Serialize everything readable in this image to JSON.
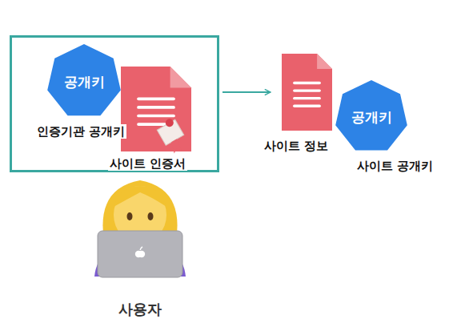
{
  "diagram": {
    "nodes": [
      {
        "text": []
      },
      {
        "text": [
          "공개키",
          "인증기관 공개키"
        ],
        "in": 0
      },
      {
        "text": [
          "사이트 인증서"
        ],
        "in": 0
      },
      {
        "text": [
          "사이트 정보"
        ]
      },
      {
        "text": [
          "공개키",
          "사이트 공개키"
        ]
      }
    ],
    "edges": [
      {
        "from": 0,
        "to": 3,
        "arrow": "to"
      }
    ],
    "labels": [
      "사용자"
    ]
  }
}
